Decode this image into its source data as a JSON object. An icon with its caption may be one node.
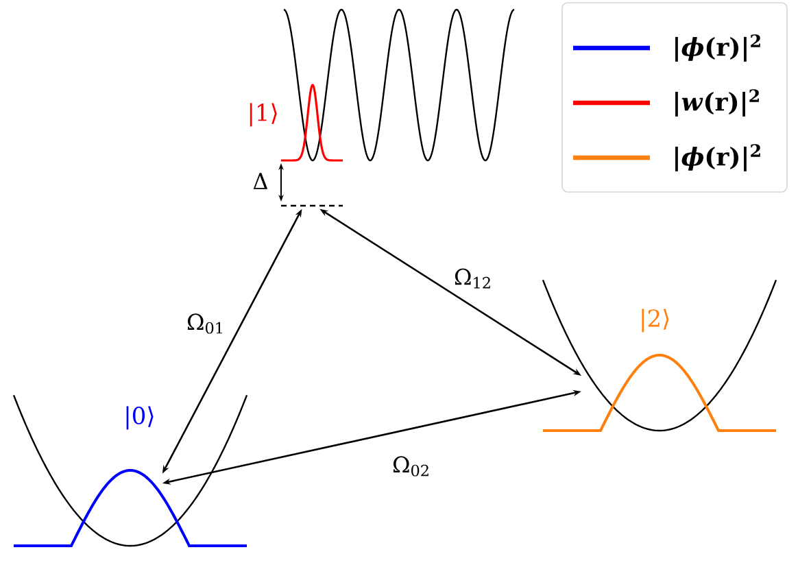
{
  "diagram": {
    "nodes": [
      {
        "text": [
          "|0⟩"
        ]
      },
      {
        "text": [
          "|1⟩"
        ]
      },
      {
        "text": [
          "|2⟩"
        ]
      }
    ],
    "edges": [
      {
        "from": 1,
        "to": 0,
        "arrow": "both",
        "label": "Ω$_{01}$"
      },
      {
        "from": 1,
        "to": 2,
        "arrow": "both",
        "label": "Ω$_{12}$"
      },
      {
        "from": 0,
        "to": 2,
        "arrow": "both",
        "label": "Ω$_{02}$"
      }
    ],
    "labels": [
      "Δ"
    ],
    "legend": [
      {
        "text": "|*ϕ*(r)|$^{2}$",
        "color": "#0000ff"
      },
      {
        "text": "|*w*(r)|$^{2}$",
        "color": "#ff0000"
      },
      {
        "text": "|*ϕ*(r)|$^{2}$",
        "color": "#ff7f0e"
      }
    ]
  }
}
